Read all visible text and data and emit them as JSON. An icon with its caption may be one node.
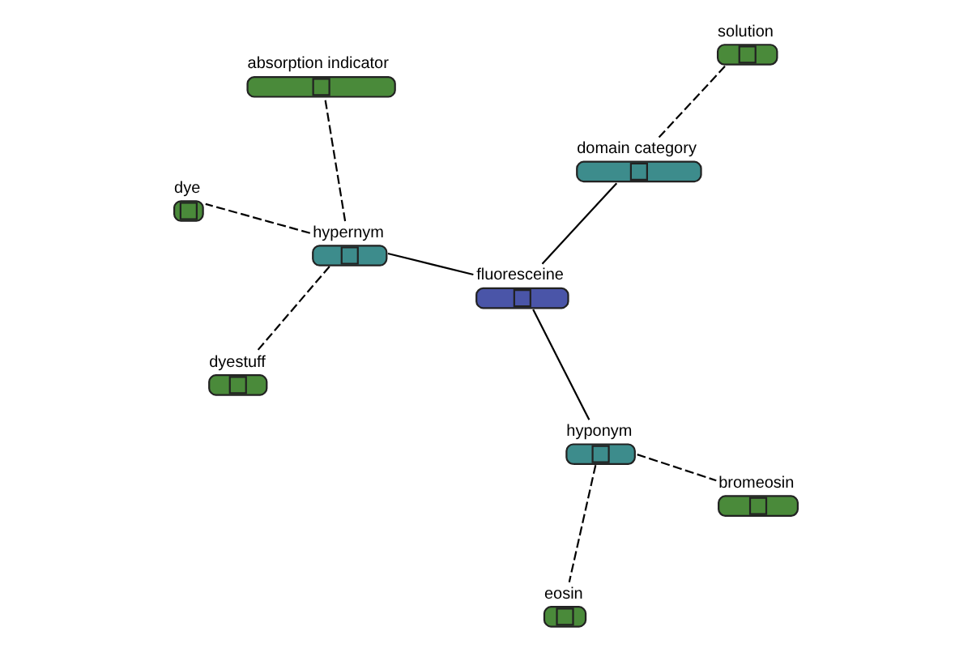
{
  "diagram": {
    "nodes": [
      {
        "text": [
          "dye"
        ]
      },
      {
        "text": [
          "absorption indicator"
        ]
      },
      {
        "text": [
          "dyestuff"
        ]
      },
      {
        "text": [
          "hypernym"
        ]
      },
      {
        "text": [
          "solution"
        ]
      },
      {
        "text": [
          "domain category"
        ]
      },
      {
        "text": [
          "fluoresceine"
        ]
      },
      {
        "text": [
          "hyponym"
        ]
      },
      {
        "text": [
          "eosin"
        ]
      },
      {
        "text": [
          "bromeosin"
        ]
      }
    ],
    "edges": [
      {
        "from": 6,
        "to": 3,
        "arrow": "none"
      },
      {
        "from": 6,
        "to": 5,
        "arrow": "none"
      },
      {
        "from": 6,
        "to": 7,
        "arrow": "none"
      },
      {
        "from": 3,
        "to": 0,
        "arrow": "none",
        "style": "dashed"
      },
      {
        "from": 3,
        "to": 1,
        "arrow": "none",
        "style": "dashed"
      },
      {
        "from": 3,
        "to": 2,
        "arrow": "none",
        "style": "dashed"
      },
      {
        "from": 5,
        "to": 4,
        "arrow": "none",
        "style": "dashed"
      },
      {
        "from": 7,
        "to": 9,
        "arrow": "none",
        "style": "dashed"
      },
      {
        "from": 7,
        "to": 8,
        "arrow": "none",
        "style": "dashed"
      }
    ]
  }
}
